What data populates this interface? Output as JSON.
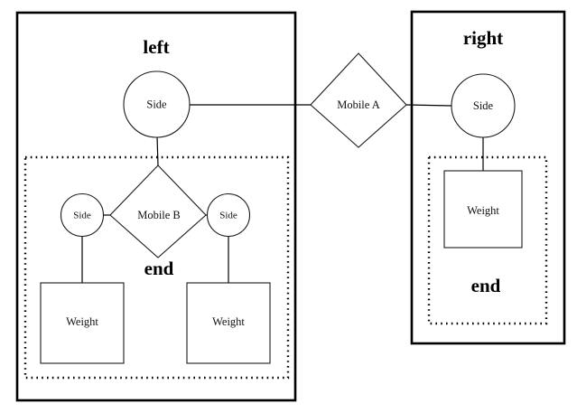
{
  "diagram": {
    "title_left": "left",
    "title_right": "right",
    "end_label_left": "end",
    "end_label_right": "end",
    "nodes": {
      "mobile_a": "Mobile A",
      "mobile_b": "Mobile B",
      "left_top_side": "Side",
      "right_top_side": "Side",
      "left_inner_side_1": "Side",
      "left_inner_side_2": "Side",
      "left_weight_1": "Weight",
      "left_weight_2": "Weight",
      "right_weight": "Weight"
    },
    "colors": {
      "stroke": "#000000",
      "fill": "#ffffff",
      "node_stroke": "#1a1a1a"
    }
  }
}
